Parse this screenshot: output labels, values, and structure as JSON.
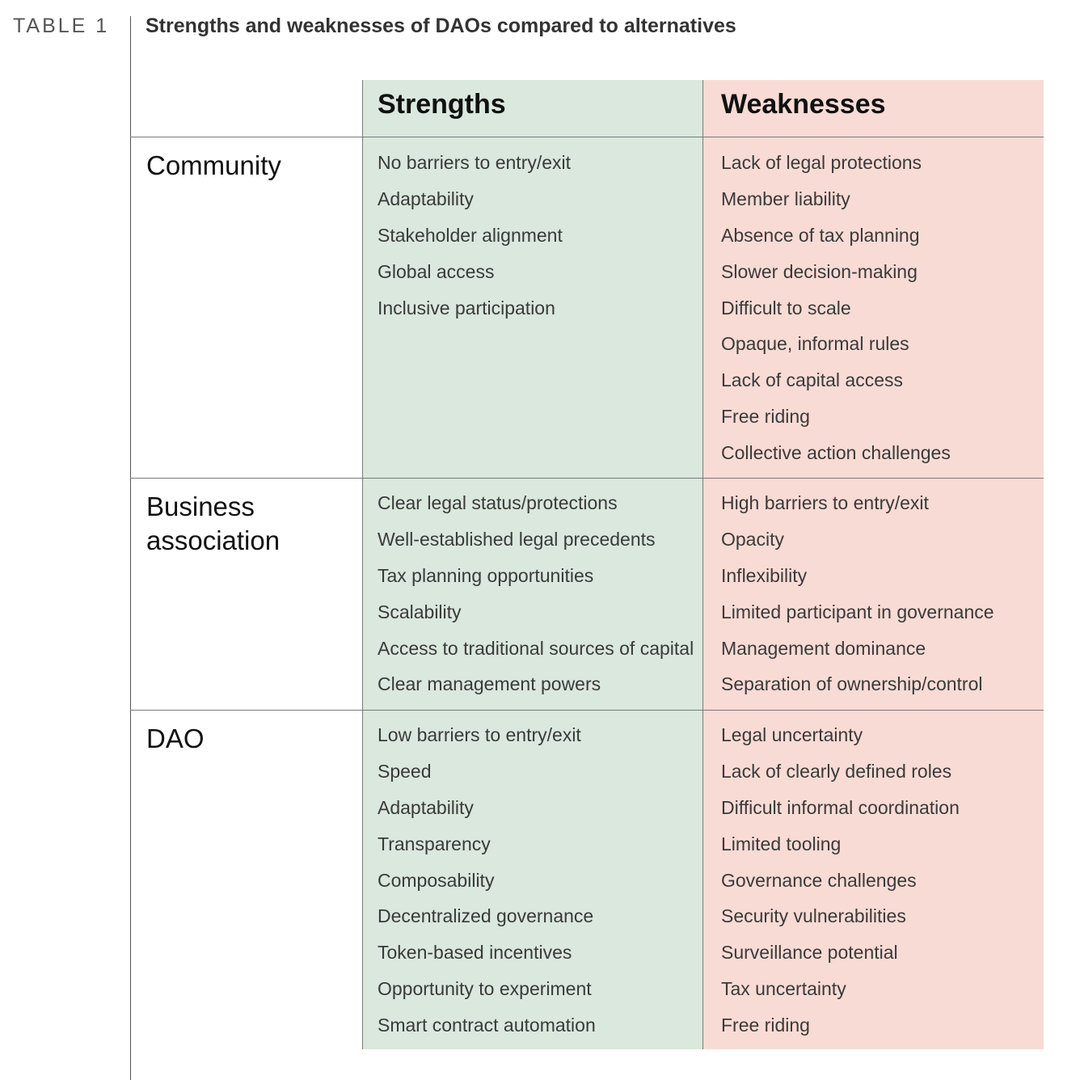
{
  "table_label": "TABLE 1",
  "title": "Strengths and weaknesses of DAOs compared to alternatives",
  "columns": {
    "strengths": "Strengths",
    "weaknesses": "Weaknesses"
  },
  "colors": {
    "strengths_bg": "#dae8de",
    "weaknesses_bg": "#f9dbd5"
  },
  "rows": [
    {
      "label": "Community",
      "strengths": [
        "No barriers to entry/exit",
        "Adaptability",
        "Stakeholder alignment",
        "Global access",
        "Inclusive participation"
      ],
      "weaknesses": [
        "Lack of legal protections",
        "Member liability",
        "Absence of tax planning",
        "Slower decision-making",
        "Difficult to scale",
        "Opaque, informal rules",
        "Lack of capital access",
        "Free riding",
        "Collective action challenges"
      ]
    },
    {
      "label": "Business association",
      "strengths": [
        "Clear legal status/protections",
        "Well-established legal precedents",
        "Tax planning opportunities",
        "Scalability",
        "Access to traditional sources of capital",
        "Clear management powers"
      ],
      "weaknesses": [
        "High barriers to entry/exit",
        "Opacity",
        "Inflexibility",
        "Limited participant in governance",
        "Management dominance",
        "Separation of ownership/control"
      ]
    },
    {
      "label": "DAO",
      "strengths": [
        "Low barriers to entry/exit",
        "Speed",
        "Adaptability",
        "Transparency",
        "Composability",
        "Decentralized governance",
        "Token-based incentives",
        "Opportunity to experiment",
        "Smart contract automation"
      ],
      "weaknesses": [
        "Legal uncertainty",
        "Lack of clearly defined roles",
        "Difficult informal coordination",
        "Limited tooling",
        "Governance challenges",
        "Security vulnerabilities",
        "Surveillance potential",
        "Tax uncertainty",
        "Free riding"
      ]
    }
  ]
}
